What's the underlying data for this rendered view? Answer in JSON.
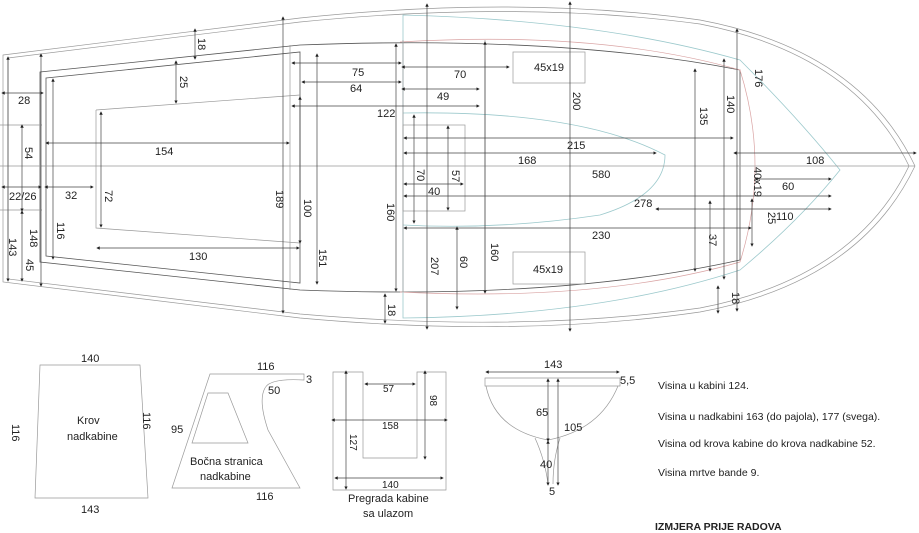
{
  "plan": {
    "dims": [
      "18",
      "28",
      "25",
      "75",
      "64",
      "70",
      "49",
      "122",
      "45x19",
      "200",
      "176",
      "140",
      "135",
      "54",
      "154",
      "215",
      "168",
      "580",
      "108",
      "40x19",
      "60",
      "22/26",
      "32",
      "72",
      "189",
      "100",
      "160",
      "70",
      "57",
      "40",
      "278",
      "110",
      "25",
      "116",
      "148",
      "143",
      "45",
      "130",
      "151",
      "230",
      "37",
      "207",
      "60",
      "160",
      "45x19",
      "18",
      "18"
    ]
  },
  "roof": {
    "top": "140",
    "left": "116",
    "right": "116",
    "bottom": "143",
    "label1": "Krov",
    "label2": "nadkabine"
  },
  "side": {
    "top": "116",
    "tip": "3",
    "curve": "50",
    "left": "95",
    "bottom": "116",
    "label1": "Bočna stranica",
    "label2": "nadkabine"
  },
  "bulkhead": {
    "opening": "57",
    "inner_h": "98",
    "width": "158",
    "height": "127",
    "bottom": "140",
    "label1": "Pregrada kabine",
    "label2": "sa ulazom"
  },
  "section": {
    "width": "143",
    "top": "5,5",
    "depth": "65",
    "total": "105",
    "keel": "40",
    "keel_w": "5"
  },
  "notes": [
    "Visina u kabini  124.",
    "Visina u nadkabini 163 (do pajola), 177 (svega).",
    "Visina od krova kabine do krova nadkabine 52.",
    "Visina mrtve bande 9."
  ],
  "title": "IZMJERA PRIJE RADOVA"
}
